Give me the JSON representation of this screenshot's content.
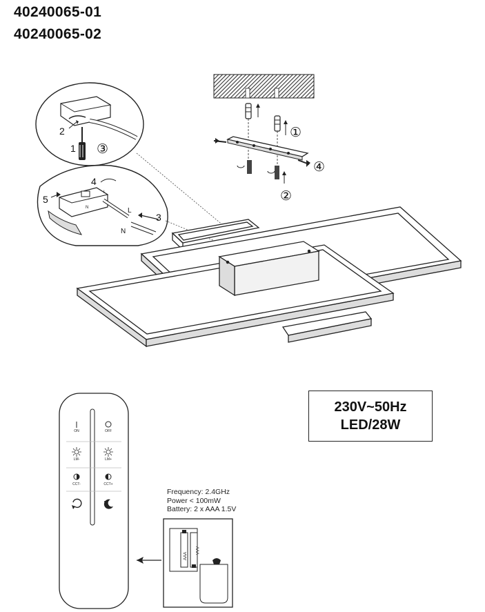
{
  "models": [
    "40240065-01",
    "40240065-02"
  ],
  "specs": {
    "voltage": "230V~50Hz",
    "power": "LED/28W"
  },
  "remote_info": [
    "Frequency: 2.4GHz",
    "Power < 100mW",
    "Battery: 2 x AAA 1.5V"
  ],
  "step_markers": {
    "circled_1": "①",
    "circled_2": "②",
    "circled_3": "③",
    "circled_4": "④"
  },
  "detail_numbers": {
    "n1": "1",
    "n2": "2",
    "n3": "3",
    "n4": "4",
    "n5": "5"
  },
  "wire_labels": {
    "live": "L",
    "neutral": "N",
    "live_small": "L",
    "neutral_small": "N"
  },
  "remote_buttons": {
    "on": "ON",
    "off": "OFF",
    "lm_minus": "LM-",
    "lm_plus": "LM+",
    "cct_minus": "CCT-",
    "cct_plus": "CCT+"
  },
  "battery_label": "AAA",
  "icons": [
    "power-on-icon",
    "power-off-icon",
    "brightness-down-icon",
    "brightness-up-icon",
    "cct-down-icon",
    "cct-up-icon",
    "cycle-icon",
    "night-mode-icon",
    "arrow-left-icon",
    "screwdriver-icon",
    "screw-icon",
    "wall-plug-icon"
  ]
}
